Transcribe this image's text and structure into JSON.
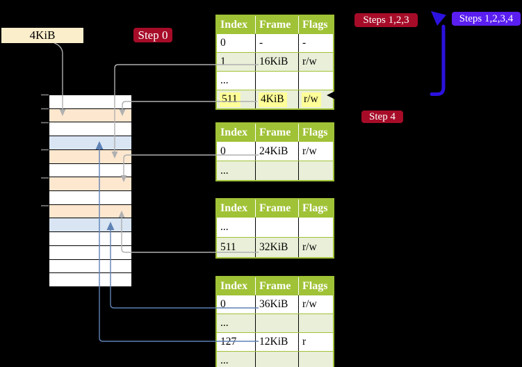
{
  "colors": {
    "background": "#000000",
    "badge_red": "#a60c28",
    "badge_violet": "#5a1ef0",
    "arrow_blue": "#2b12de",
    "arrow_gray": "#b0b0b0",
    "arrow_steel_blue": "#5e81b5",
    "table_header_green": "#a0c236",
    "table_row_green": "#e9efd8",
    "highlight_yellow": "#ffff99",
    "memory_peach": "#fde7cf",
    "memory_blue": "#d9e5f3",
    "frame_label_cream": "#faeecb"
  },
  "frame_size_label": "4KiB",
  "badges": {
    "step0": "Step 0",
    "steps123": "Steps 1,2,3",
    "steps1234": "Steps 1,2,3,4",
    "step4": "Step 4"
  },
  "memory_column": {
    "rows": [
      "white",
      "peach",
      "white",
      "blue",
      "peach",
      "white",
      "peach",
      "white",
      "peach",
      "blue",
      "white",
      "white",
      "white",
      "white"
    ]
  },
  "tables": [
    {
      "headers": [
        "Index",
        "Frame",
        "Flags"
      ],
      "rows": [
        {
          "index": "0",
          "frame": "-",
          "flags": "-",
          "shaded": false,
          "highlighted": false
        },
        {
          "index": "1",
          "frame": "16KiB",
          "flags": "r/w",
          "shaded": true,
          "highlighted": false
        },
        {
          "index": "...",
          "frame": "",
          "flags": "",
          "shaded": false,
          "highlighted": false
        },
        {
          "index": "511",
          "frame": "4KiB",
          "flags": "r/w",
          "shaded": true,
          "highlighted": true
        }
      ]
    },
    {
      "headers": [
        "Index",
        "Frame",
        "Flags"
      ],
      "rows": [
        {
          "index": "0",
          "frame": "24KiB",
          "flags": "r/w",
          "shaded": false,
          "highlighted": false
        },
        {
          "index": "...",
          "frame": "",
          "flags": "",
          "shaded": true,
          "highlighted": false
        }
      ]
    },
    {
      "headers": [
        "Index",
        "Frame",
        "Flags"
      ],
      "rows": [
        {
          "index": "...",
          "frame": "",
          "flags": "",
          "shaded": false,
          "highlighted": false
        },
        {
          "index": "511",
          "frame": "32KiB",
          "flags": "r/w",
          "shaded": true,
          "highlighted": false
        }
      ]
    },
    {
      "headers": [
        "Index",
        "Frame",
        "Flags"
      ],
      "rows": [
        {
          "index": "0",
          "frame": "36KiB",
          "flags": "r/w",
          "shaded": false,
          "highlighted": false
        },
        {
          "index": "...",
          "frame": "",
          "flags": "",
          "shaded": true,
          "highlighted": false
        },
        {
          "index": "127",
          "frame": "12KiB",
          "flags": "r",
          "shaded": false,
          "highlighted": false
        },
        {
          "index": "...",
          "frame": "",
          "flags": "",
          "shaded": true,
          "highlighted": false
        }
      ]
    }
  ]
}
